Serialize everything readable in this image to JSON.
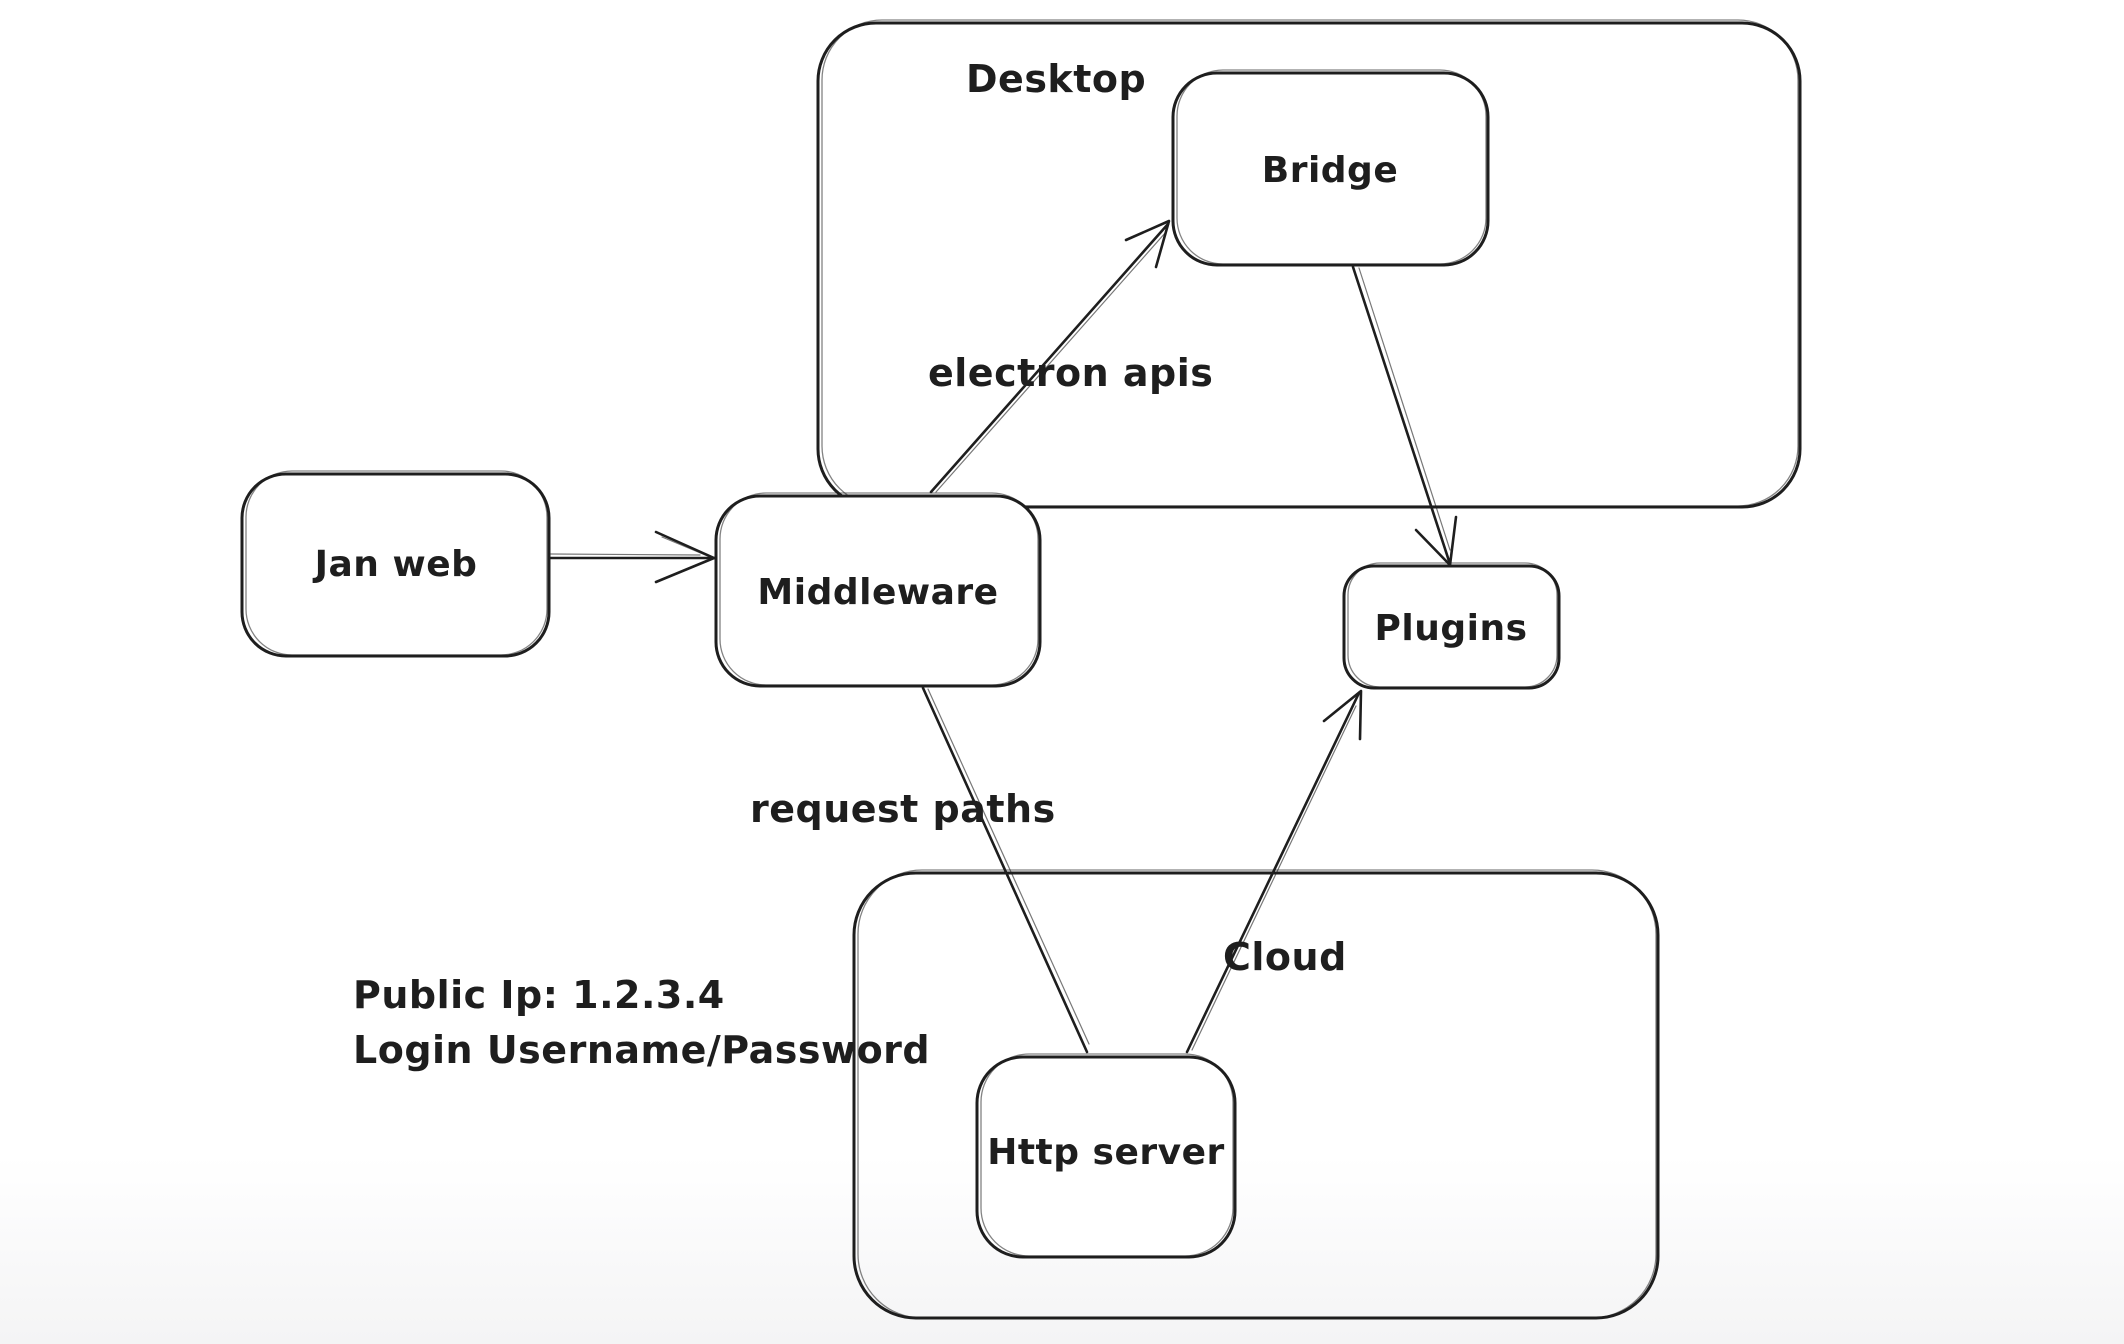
{
  "diagram": {
    "colors": {
      "ink": "#1e1e1e",
      "background": "#ffffff"
    },
    "containers": {
      "desktop": {
        "label": "Desktop"
      },
      "cloud": {
        "label": "Cloud"
      }
    },
    "nodes": {
      "jan_web": {
        "label": "Jan web"
      },
      "middleware": {
        "label": "Middleware"
      },
      "bridge": {
        "label": "Bridge"
      },
      "plugins": {
        "label": "Plugins"
      },
      "http_server": {
        "label": "Http server"
      }
    },
    "edge_labels": {
      "electron_apis": "electron apis",
      "request_paths": "request paths"
    },
    "annotations": {
      "public_ip": "Public Ip: 1.2.3.4",
      "login": "Login Username/Password"
    },
    "edges": [
      {
        "from": "jan_web",
        "to": "middleware",
        "arrowhead": "open"
      },
      {
        "from": "middleware",
        "to": "bridge",
        "label": "electron apis",
        "arrowhead": "open"
      },
      {
        "from": "bridge",
        "to": "plugins",
        "arrowhead": "open"
      },
      {
        "from": "middleware",
        "to": "http_server",
        "label": "request paths",
        "arrowhead": "none"
      },
      {
        "from": "http_server",
        "to": "plugins",
        "arrowhead": "open"
      }
    ]
  }
}
